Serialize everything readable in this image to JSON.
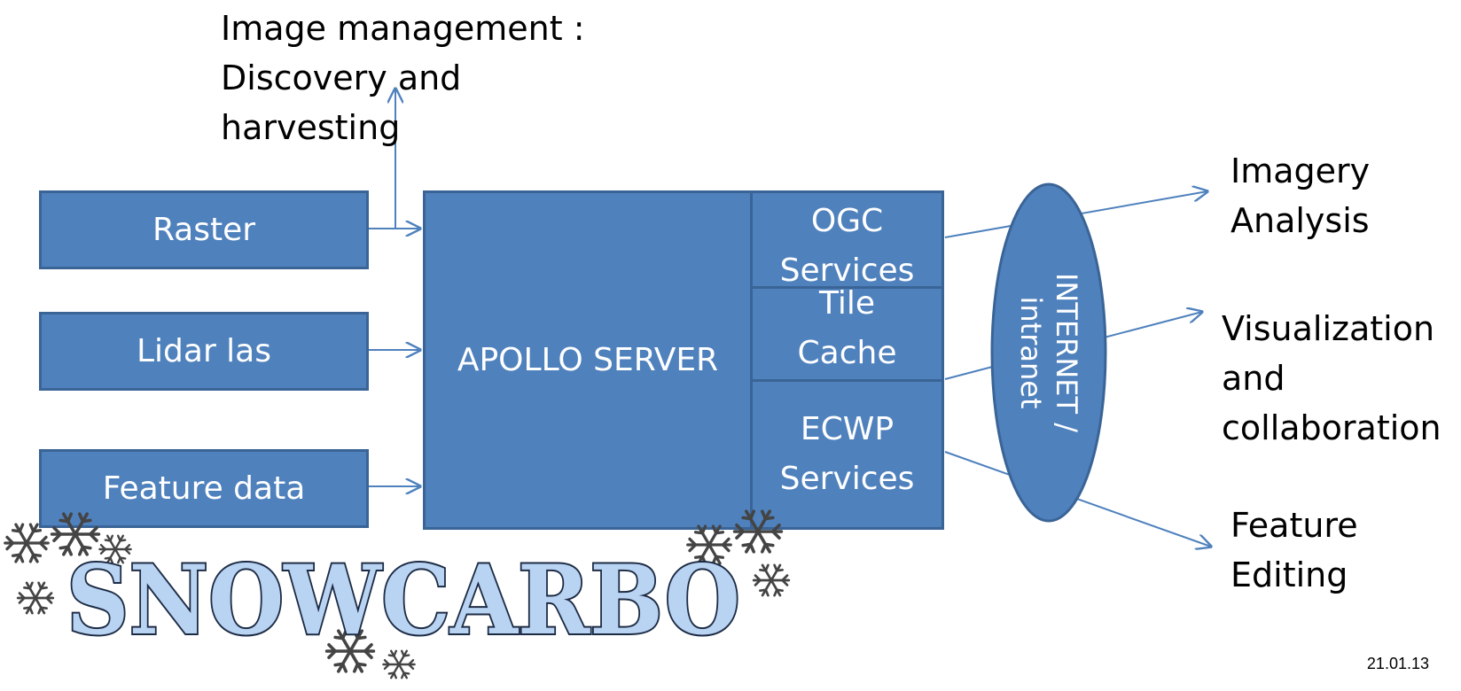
{
  "colors": {
    "box_fill": "#4f81bd",
    "box_border": "#3a6496",
    "arrow": "#4f81bd",
    "logo_fill": "#b9d3f2",
    "logo_outline": "#1c2b44"
  },
  "title_lines": [
    "Image management :",
    "Discovery and",
    "harvesting"
  ],
  "inputs": {
    "raster": "Raster",
    "lidar": "Lidar las",
    "feature": "Feature data"
  },
  "server": {
    "label": "APOLLO SERVER",
    "ogc": [
      "OGC",
      "Services"
    ],
    "tile": [
      "Tile",
      "Cache"
    ],
    "ecwp": [
      "ECWP",
      "Services"
    ]
  },
  "network": [
    "INTERNET /",
    "intranet"
  ],
  "outputs": {
    "imagery": [
      "Imagery",
      "Analysis"
    ],
    "visualization": [
      "Visualization",
      "and",
      "collaboration"
    ],
    "feature_editing": [
      "Feature",
      "Editing"
    ]
  },
  "logo": {
    "text": "SNOWCARBO",
    "icon": "snowflake-icon"
  },
  "date": "21.01.13"
}
